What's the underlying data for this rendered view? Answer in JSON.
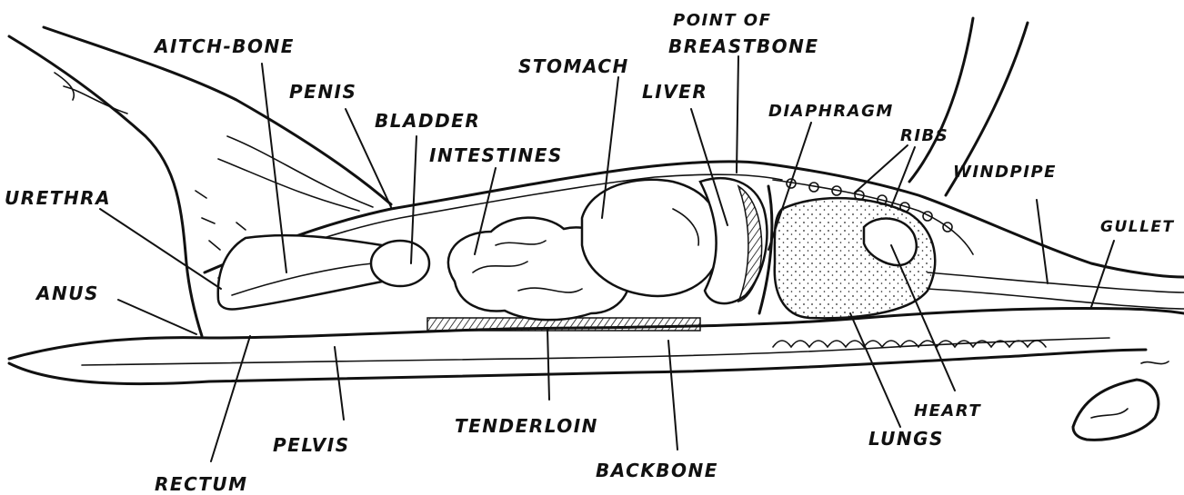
{
  "diagram": {
    "labels": {
      "aitch_bone": "AITCH-BONE",
      "point_of_breastbone_line1": "POINT OF",
      "point_of_breastbone_line2": "BREASTBONE",
      "stomach": "STOMACH",
      "liver": "LIVER",
      "penis": "PENIS",
      "diaphragm": "DIAPHRAGM",
      "bladder": "BLADDER",
      "ribs": "RIBS",
      "intestines": "INTESTINES",
      "windpipe": "WINDPIPE",
      "urethra": "URETHRA",
      "gullet": "GULLET",
      "anus": "ANUS",
      "heart": "HEART",
      "tenderloin": "TENDERLOIN",
      "lungs": "LUNGS",
      "pelvis": "PELVIS",
      "backbone": "BACKBONE",
      "rectum": "RECTUM"
    }
  }
}
